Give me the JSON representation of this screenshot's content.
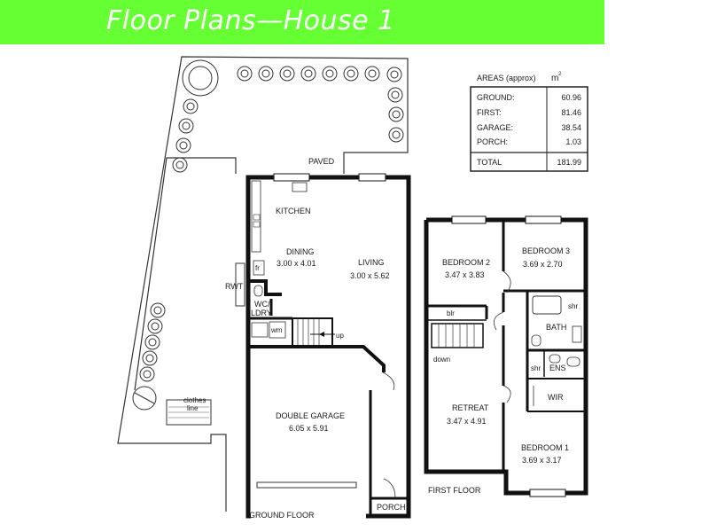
{
  "header": {
    "title": "Floor Plans—House 1"
  },
  "areas": {
    "heading": "AREAS (approx)",
    "unit": "m",
    "unit_sup": "2",
    "rows": [
      {
        "label": "GROUND:",
        "value": "60.96"
      },
      {
        "label": "FIRST:",
        "value": "81.46"
      },
      {
        "label": "GARAGE:",
        "value": "38.54"
      },
      {
        "label": "PORCH:",
        "value": "1.03"
      }
    ],
    "total": {
      "label": "TOTAL",
      "value": "181.99"
    }
  },
  "ground_floor": {
    "caption": "GROUND FLOOR",
    "paved": "PAVED",
    "kitchen": "KITCHEN",
    "dining": {
      "name": "DINING",
      "size": "3.00 x 4.01"
    },
    "living": {
      "name": "LIVING",
      "size": "3.00 x 5.62"
    },
    "fr": "fr",
    "rwt": "RWT",
    "wc": "WC/",
    "ldry": "LDRY",
    "wm": "wm",
    "up": "up",
    "garage": {
      "name": "DOUBLE GARAGE",
      "size": "6.05 x 5.91"
    },
    "porch": "PORCH",
    "clothes": "clothes",
    "line": "line"
  },
  "first_floor": {
    "caption": "FIRST FLOOR",
    "bedroom2": {
      "name": "BEDROOM 2",
      "size": "3.47 x 3.83"
    },
    "bedroom3": {
      "name": "BEDROOM 3",
      "size": "3.69 x 2.70"
    },
    "bedroom1": {
      "name": "BEDROOM 1",
      "size": "3.69 x 3.17"
    },
    "retreat": {
      "name": "RETREAT",
      "size": "3.47 x 4.91"
    },
    "blr": "blr",
    "down": "down",
    "shr_bath": "shr",
    "bath": "BATH",
    "shr_ens": "shr",
    "ens": "ENS",
    "wir": "WIR"
  }
}
